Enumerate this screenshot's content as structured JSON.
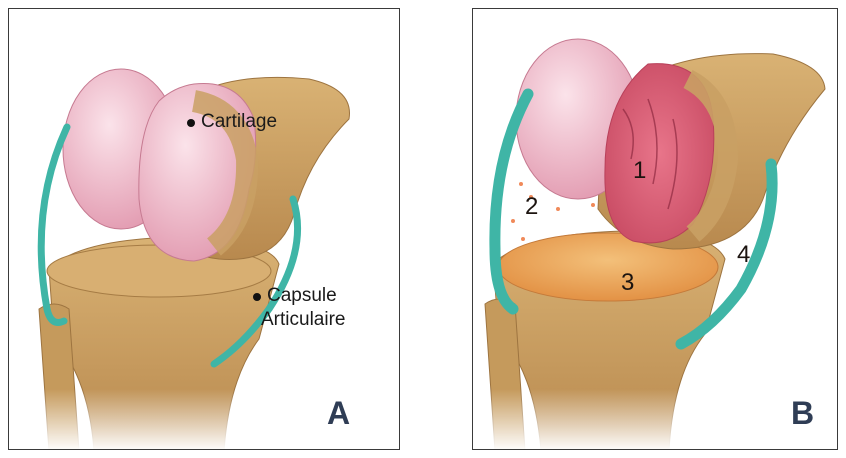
{
  "figure": {
    "panel_a": {
      "letter": "A",
      "labels": {
        "cartilage": "Cartilage",
        "capsule_line1": "Capsule",
        "capsule_line2": "Articulaire"
      }
    },
    "panel_b": {
      "letter": "B",
      "markers": [
        "1",
        "2",
        "3",
        "4"
      ]
    }
  },
  "colors": {
    "capsule": "#3fb5a6",
    "bone": "#c9a064",
    "cartilage": "#eeb5c6",
    "inflamed": "#d9566a",
    "letter": "#2f3d55"
  }
}
